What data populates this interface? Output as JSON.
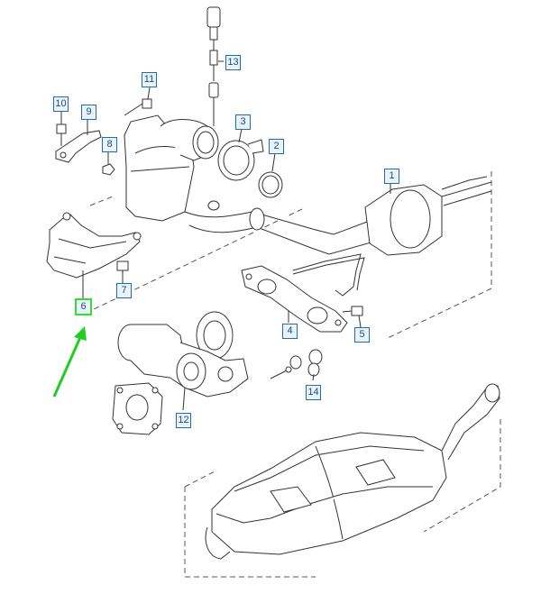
{
  "diagram": {
    "callouts": {
      "c1": "1",
      "c2": "2",
      "c3": "3",
      "c4": "4",
      "c5": "5",
      "c6": "6",
      "c7": "7",
      "c8": "8",
      "c9": "9",
      "c10": "10",
      "c11": "11",
      "c12": "12",
      "c13": "13",
      "c14": "14"
    },
    "highlighted_callout": "6",
    "colors": {
      "line": "#333333",
      "callout_border": "#1b6fb0",
      "highlight": "#33dd33"
    }
  }
}
